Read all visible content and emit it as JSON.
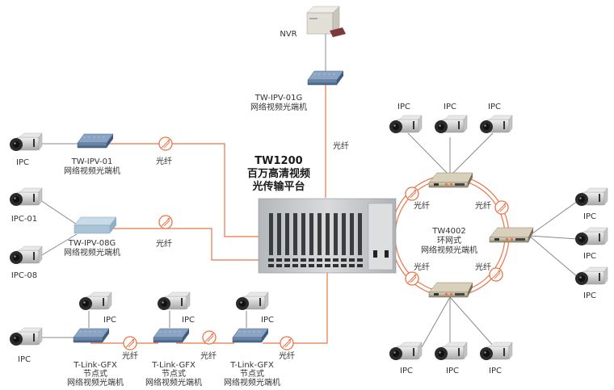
{
  "title": {
    "model": "TW1200",
    "line1": "百万高清视频",
    "line2": "光传输平台"
  },
  "fiber_label": "光纤",
  "nvr": {
    "label": "NVR"
  },
  "top_converter": {
    "model": "TW-IPV-01G",
    "desc": "网络视频光端机"
  },
  "left_branch_1": {
    "camera_label": "IPC",
    "converter_model": "TW-IPV-01",
    "converter_desc": "网络视频光端机"
  },
  "left_branch_2": {
    "camera_labels": [
      "IPC-01",
      "IPC-08"
    ],
    "converter_model": "TW-IPV-08G",
    "converter_desc": "网络视频光端机"
  },
  "bottom_chain": {
    "camera_label": "IPC",
    "nodes": [
      {
        "model": "T-Link-GFX",
        "type": "节点式",
        "desc": "网络视频光端机",
        "camera": "IPC"
      },
      {
        "model": "T-Link-GFX",
        "type": "节点式",
        "desc": "网络视频光端机",
        "camera": "IPC"
      },
      {
        "model": "T-Link-GFX",
        "type": "节点式",
        "desc": "网络视频光端机",
        "camera": "IPC"
      }
    ]
  },
  "ring": {
    "model": "TW4002",
    "type": "环网式",
    "desc": "网络视频光端机",
    "top_cameras": [
      "IPC",
      "IPC",
      "IPC"
    ],
    "right_cameras": [
      "IPC",
      "IPC",
      "IPC"
    ],
    "bottom_cameras": [
      "IPC",
      "IPC",
      "IPC"
    ]
  },
  "colors": {
    "fiber": "#e8754a",
    "copper": "#888888",
    "converter_blue": "#4f6f96",
    "ring_node": "#b9ad8f",
    "chassis": "#c9cbcd"
  }
}
